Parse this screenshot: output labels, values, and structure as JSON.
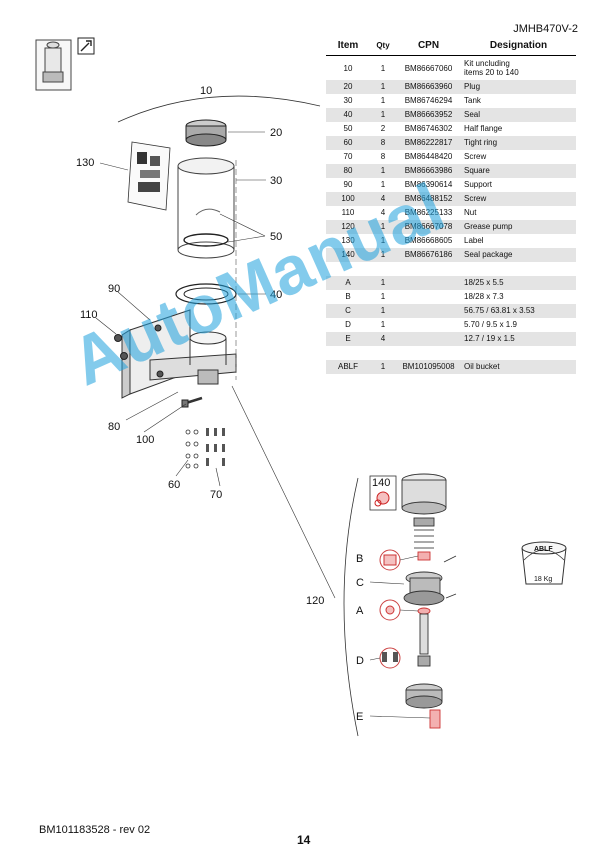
{
  "header": {
    "doc_code": "JMHB470V-2"
  },
  "table": {
    "headers": {
      "item": "Item",
      "qty": "Qty",
      "cpn": "CPN",
      "designation": "Designation"
    },
    "rows": [
      {
        "item": "10",
        "qty": "1",
        "cpn": "BM86667060",
        "designation": "Kit uncluding",
        "designation2": "items 20 to 140"
      },
      {
        "item": "20",
        "qty": "1",
        "cpn": "BM86663960",
        "designation": "Plug"
      },
      {
        "item": "30",
        "qty": "1",
        "cpn": "BM86746294",
        "designation": "Tank"
      },
      {
        "item": "40",
        "qty": "1",
        "cpn": "BM86663952",
        "designation": "Seal"
      },
      {
        "item": "50",
        "qty": "2",
        "cpn": "BM86746302",
        "designation": "Half flange"
      },
      {
        "item": "60",
        "qty": "8",
        "cpn": "BM86222817",
        "designation": "Tight ring"
      },
      {
        "item": "70",
        "qty": "8",
        "cpn": "BM86448420",
        "designation": "Screw"
      },
      {
        "item": "80",
        "qty": "1",
        "cpn": "BM86663986",
        "designation": "Square"
      },
      {
        "item": "90",
        "qty": "1",
        "cpn": "BM86390614",
        "designation": "Support"
      },
      {
        "item": "100",
        "qty": "4",
        "cpn": "BM86488152",
        "designation": "Screw"
      },
      {
        "item": "110",
        "qty": "4",
        "cpn": "BM86225133",
        "designation": "Nut"
      },
      {
        "item": "120",
        "qty": "1",
        "cpn": "BM86667078",
        "designation": "Grease pump"
      },
      {
        "item": "130",
        "qty": "1",
        "cpn": "BM86668605",
        "designation": "Label"
      },
      {
        "item": "140",
        "qty": "1",
        "cpn": "BM86676186",
        "designation": "Seal package"
      }
    ],
    "seal_rows": [
      {
        "item": "A",
        "qty": "1",
        "cpn": "",
        "designation": "18/25 x 5.5"
      },
      {
        "item": "B",
        "qty": "1",
        "cpn": "",
        "designation": "18/28 x 7.3"
      },
      {
        "item": "C",
        "qty": "1",
        "cpn": "",
        "designation": "56.75 / 63.81 x 3.53"
      },
      {
        "item": "D",
        "qty": "1",
        "cpn": "",
        "designation": "5.70 / 9.5 x 1.9"
      },
      {
        "item": "E",
        "qty": "4",
        "cpn": "",
        "designation": "12.7 / 19 x 1.5"
      }
    ],
    "extra_rows": [
      {
        "item": "ABLF",
        "qty": "1",
        "cpn": "BM101095008",
        "designation": "Oil bucket"
      }
    ]
  },
  "diagram": {
    "callouts": {
      "c10": "10",
      "c20": "20",
      "c30": "30",
      "c50": "50",
      "c40": "40",
      "c130": "130",
      "c90": "90",
      "c110": "110",
      "c80": "80",
      "c100": "100",
      "c60": "60",
      "c70": "70",
      "c120": "120",
      "c140": "140",
      "cA": "A",
      "cB": "B",
      "cC": "C",
      "cD": "D",
      "cE": "E"
    },
    "bucket_label": "ABLF",
    "bucket_weight": "18 Kg"
  },
  "watermark": "AutoManual",
  "footer": {
    "ref": "BM101183528 - rev 02",
    "page": "14"
  }
}
